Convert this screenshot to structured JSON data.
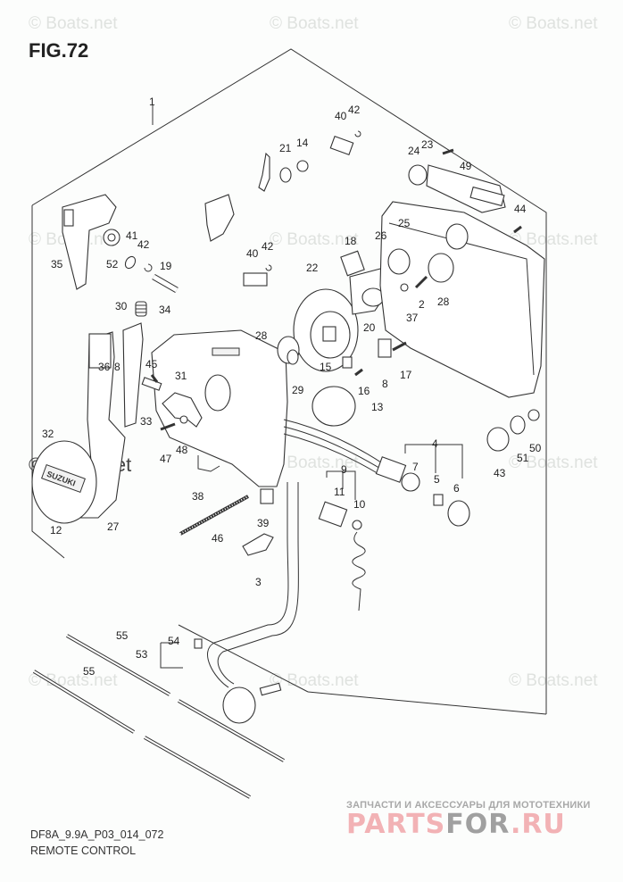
{
  "figure": {
    "title": "FIG.72",
    "code": "DF8A_9.9A_P03_014_072",
    "name": "REMOTE CONTROL"
  },
  "watermarks": {
    "text": "© Boats.net"
  },
  "brand": {
    "tagline": "ЗАПЧАСТИ И АКСЕССУАРЫ ДЛЯ МОТОТЕХНИКИ",
    "logo_part1": "PARTS",
    "logo_part2": "FOR",
    "logo_part3": ".RU"
  },
  "callouts": {
    "c1": "1",
    "c2": "2",
    "c3": "3",
    "c4": "4",
    "c5": "5",
    "c6": "6",
    "c7": "7",
    "c8a": "8",
    "c8b": "8",
    "c9": "9",
    "c10": "10",
    "c11": "11",
    "c12": "12",
    "c13": "13",
    "c14": "14",
    "c15": "15",
    "c16": "16",
    "c17": "17",
    "c18": "18",
    "c19": "19",
    "c20": "20",
    "c21": "21",
    "c22": "22",
    "c23": "23",
    "c24": "24",
    "c25": "25",
    "c26": "26",
    "c27": "27",
    "c28a": "28",
    "c28b": "28",
    "c29": "29",
    "c30": "30",
    "c31": "31",
    "c32": "32",
    "c33": "33",
    "c34": "34",
    "c35": "35",
    "c36": "36",
    "c37": "37",
    "c38": "38",
    "c39": "39",
    "c40a": "40",
    "c40b": "40",
    "c41": "41",
    "c42a": "42",
    "c42b": "42",
    "c42c": "42",
    "c43": "43",
    "c44": "44",
    "c45": "45",
    "c46": "46",
    "c47": "47",
    "c48": "48",
    "c49": "49",
    "c50": "50",
    "c51": "51",
    "c52": "52",
    "c53": "53",
    "c54": "54",
    "c55a": "55",
    "c55b": "55"
  },
  "emblem_text": "SUZUKI"
}
